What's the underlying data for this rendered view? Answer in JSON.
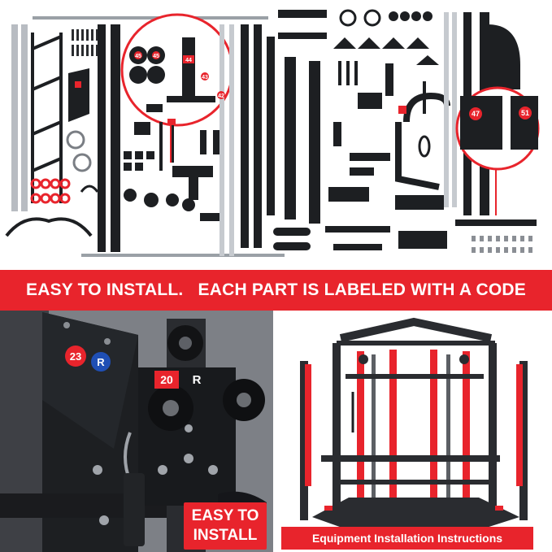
{
  "banner": {
    "text": "EASY TO INSTALL.   EACH PART IS LABELED WITH A CODE"
  },
  "part_labels": {
    "top_zoom": [
      "45",
      "45",
      "44",
      "43",
      "42"
    ],
    "right_zoom": [
      "47",
      "51"
    ],
    "detail": [
      "23",
      "R",
      "20",
      "R"
    ]
  },
  "easy_install": {
    "line1": "EASY TO",
    "line2": "INSTALL"
  },
  "manual": {
    "text": "Equipment Installation Instructions"
  },
  "colors": {
    "accent": "#e8242c",
    "steel": "#1d1f22",
    "label_blue": "#1f4fb5"
  }
}
